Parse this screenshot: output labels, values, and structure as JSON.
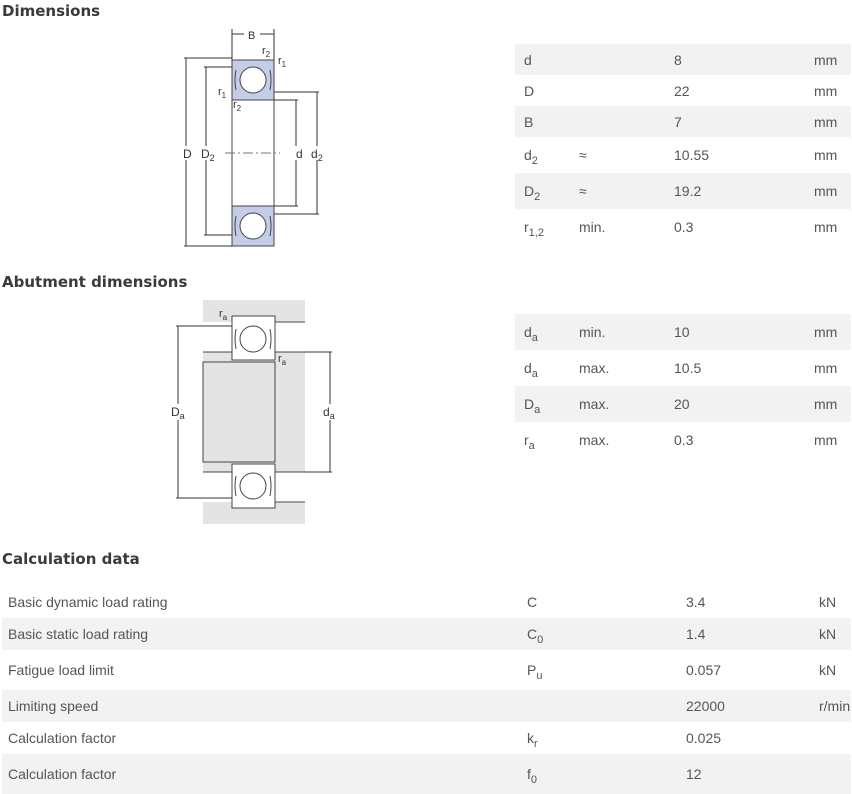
{
  "sections": {
    "dimensions": "Dimensions",
    "abutment": "Abutment dimensions",
    "calculation": "Calculation data"
  },
  "diagram_labels": {
    "B": "B",
    "r2": "r",
    "r2_sub": "2",
    "r1": "r",
    "r1_sub": "1",
    "D": "D",
    "D2": "D",
    "D2_sub": "2",
    "d": "d",
    "d2": "d",
    "d2_sub": "2",
    "ra": "r",
    "ra_sub": "a",
    "Da": "D",
    "Da_sub": "a",
    "da": "d",
    "da_sub": "a"
  },
  "dimensions": [
    {
      "sym": "d",
      "sub": "",
      "qual": "",
      "val": "8",
      "unit": "mm"
    },
    {
      "sym": "D",
      "sub": "",
      "qual": "",
      "val": "22",
      "unit": "mm"
    },
    {
      "sym": "B",
      "sub": "",
      "qual": "",
      "val": "7",
      "unit": "mm"
    },
    {
      "sym": "d",
      "sub": "2",
      "qual": "≈",
      "val": "10.55",
      "unit": "mm"
    },
    {
      "sym": "D",
      "sub": "2",
      "qual": "≈",
      "val": "19.2",
      "unit": "mm"
    },
    {
      "sym": "r",
      "sub": "1,2",
      "qual": "min.",
      "val": "0.3",
      "unit": "mm"
    }
  ],
  "abutment": [
    {
      "sym": "d",
      "sub": "a",
      "qual": "min.",
      "val": "10",
      "unit": "mm"
    },
    {
      "sym": "d",
      "sub": "a",
      "qual": "max.",
      "val": "10.5",
      "unit": "mm"
    },
    {
      "sym": "D",
      "sub": "a",
      "qual": "max.",
      "val": "20",
      "unit": "mm"
    },
    {
      "sym": "r",
      "sub": "a",
      "qual": "max.",
      "val": "0.3",
      "unit": "mm"
    }
  ],
  "calculation": [
    {
      "name": "Basic dynamic load rating",
      "sym": "C",
      "sub": "",
      "val": "3.4",
      "unit": "kN"
    },
    {
      "name": "Basic static load rating",
      "sym": "C",
      "sub": "0",
      "val": "1.4",
      "unit": "kN"
    },
    {
      "name": "Fatigue load limit",
      "sym": "P",
      "sub": "u",
      "val": "0.057",
      "unit": "kN"
    },
    {
      "name": "Limiting speed",
      "sym": "",
      "sub": "",
      "val": "22000",
      "unit": "r/min"
    },
    {
      "name": "Calculation factor",
      "sym": "k",
      "sub": "r",
      "val": "0.025",
      "unit": ""
    },
    {
      "name": "Calculation factor",
      "sym": "f",
      "sub": "0",
      "val": "12",
      "unit": ""
    }
  ]
}
